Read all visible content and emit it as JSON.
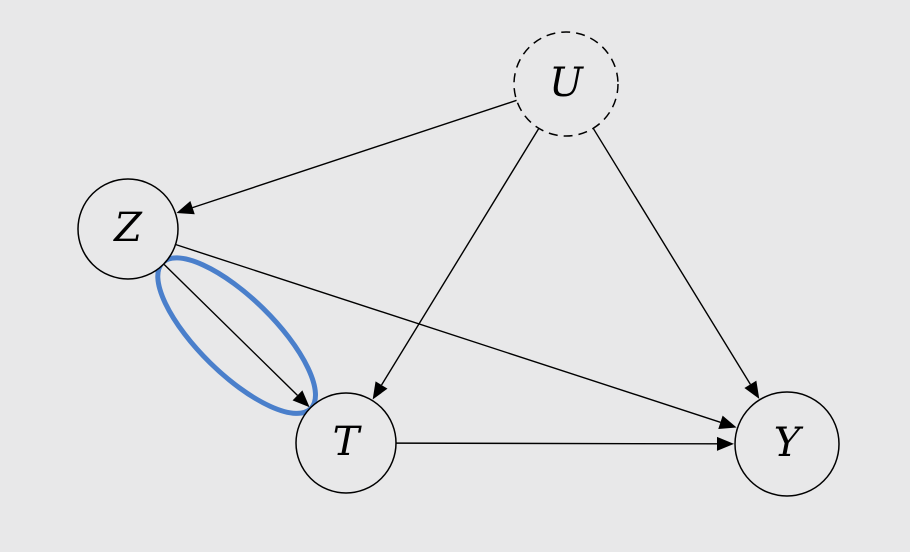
{
  "diagram": {
    "type": "causal-dag",
    "nodes": [
      {
        "id": "U",
        "label": "U",
        "latent": true
      },
      {
        "id": "Z",
        "label": "Z",
        "latent": false
      },
      {
        "id": "T",
        "label": "T",
        "latent": false
      },
      {
        "id": "Y",
        "label": "Y",
        "latent": false
      }
    ],
    "edges": [
      {
        "from": "U",
        "to": "Z"
      },
      {
        "from": "U",
        "to": "T"
      },
      {
        "from": "U",
        "to": "Y"
      },
      {
        "from": "Z",
        "to": "T",
        "highlighted": true
      },
      {
        "from": "Z",
        "to": "Y"
      },
      {
        "from": "T",
        "to": "Y"
      }
    ],
    "highlight_color": "#4a7fcb"
  }
}
